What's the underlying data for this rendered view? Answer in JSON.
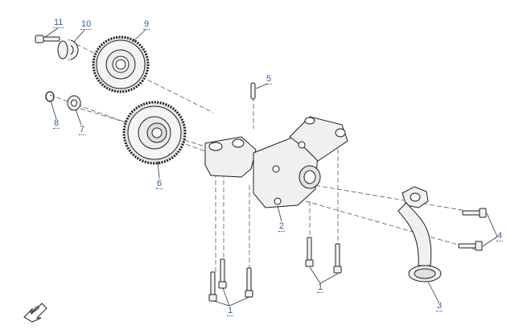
{
  "callouts": {
    "p1": "1",
    "p2": "2",
    "p3": "3",
    "p4": "4",
    "p5": "5",
    "p6": "6",
    "p7": "7",
    "p8": "8",
    "p9": "9",
    "p10": "10",
    "p11": "11"
  },
  "direction_marker": "FWD",
  "colors": {
    "callout": "#2f5f9e",
    "line": "#1e1e1e",
    "part_fill": "#f2f2f2"
  }
}
